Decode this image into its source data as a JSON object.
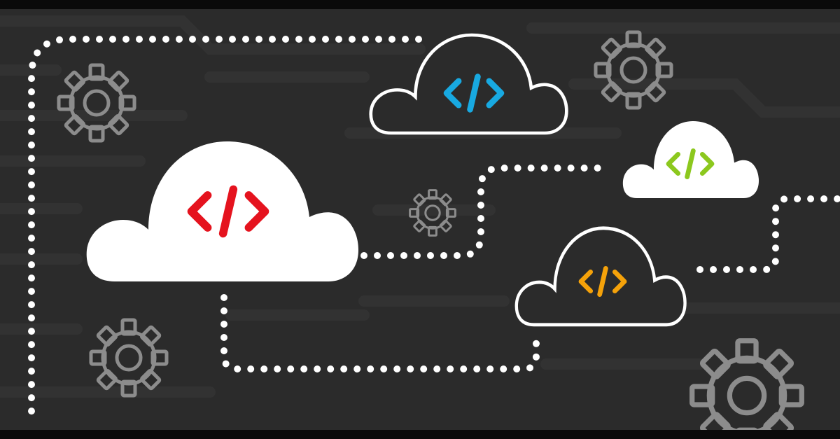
{
  "colors": {
    "background": "#2b2b2b",
    "frame": "#0a0a0a",
    "trace": "#323232",
    "dots": "#ffffff",
    "gear": "#8c8c8c",
    "cloud_fill": "#ffffff",
    "cloud_outline": "#ffffff"
  },
  "clouds": [
    {
      "name": "cloud-large-red",
      "style": "filled",
      "icon": "code-brackets-icon",
      "icon_color": "#e5131e"
    },
    {
      "name": "cloud-top-blue",
      "style": "outline",
      "icon": "code-brackets-icon",
      "icon_color": "#18a9e1"
    },
    {
      "name": "cloud-right-green",
      "style": "filled",
      "icon": "code-brackets-icon",
      "icon_color": "#8cc81e"
    },
    {
      "name": "cloud-bottom-orange",
      "style": "outline",
      "icon": "code-brackets-icon",
      "icon_color": "#f5a20a"
    }
  ],
  "gears": [
    "gear-icon",
    "gear-icon",
    "gear-icon",
    "gear-icon",
    "gear-icon"
  ]
}
